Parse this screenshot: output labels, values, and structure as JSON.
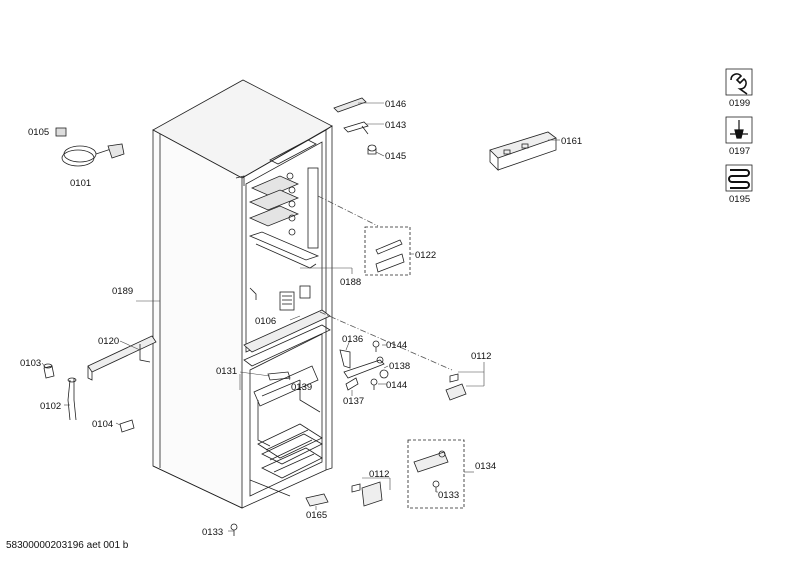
{
  "footer": "58300000203196 aet 001 b",
  "legend": [
    {
      "code": "0199",
      "icon": "wrench-icon"
    },
    {
      "code": "0197",
      "icon": "screwdriver-icon"
    },
    {
      "code": "0195",
      "icon": "coil-icon"
    }
  ],
  "parts": {
    "p0146": "0146",
    "p0143": "0143",
    "p0145": "0145",
    "p0161": "0161",
    "p0105": "0105",
    "p0101": "0101",
    "p0122": "0122",
    "p0188": "0188",
    "p0189": "0189",
    "p0106": "0106",
    "p0120": "0120",
    "p0103": "0103",
    "p0102": "0102",
    "p0104": "0104",
    "p0131": "0131",
    "p0139": "0139",
    "p0136": "0136",
    "p0144a": "0144",
    "p0138": "0138",
    "p0144b": "0144",
    "p0137": "0137",
    "p0112a": "0112",
    "p0112b": "0112",
    "p0134": "0134",
    "p0133a": "0133",
    "p0133b": "0133",
    "p0165": "0165"
  }
}
